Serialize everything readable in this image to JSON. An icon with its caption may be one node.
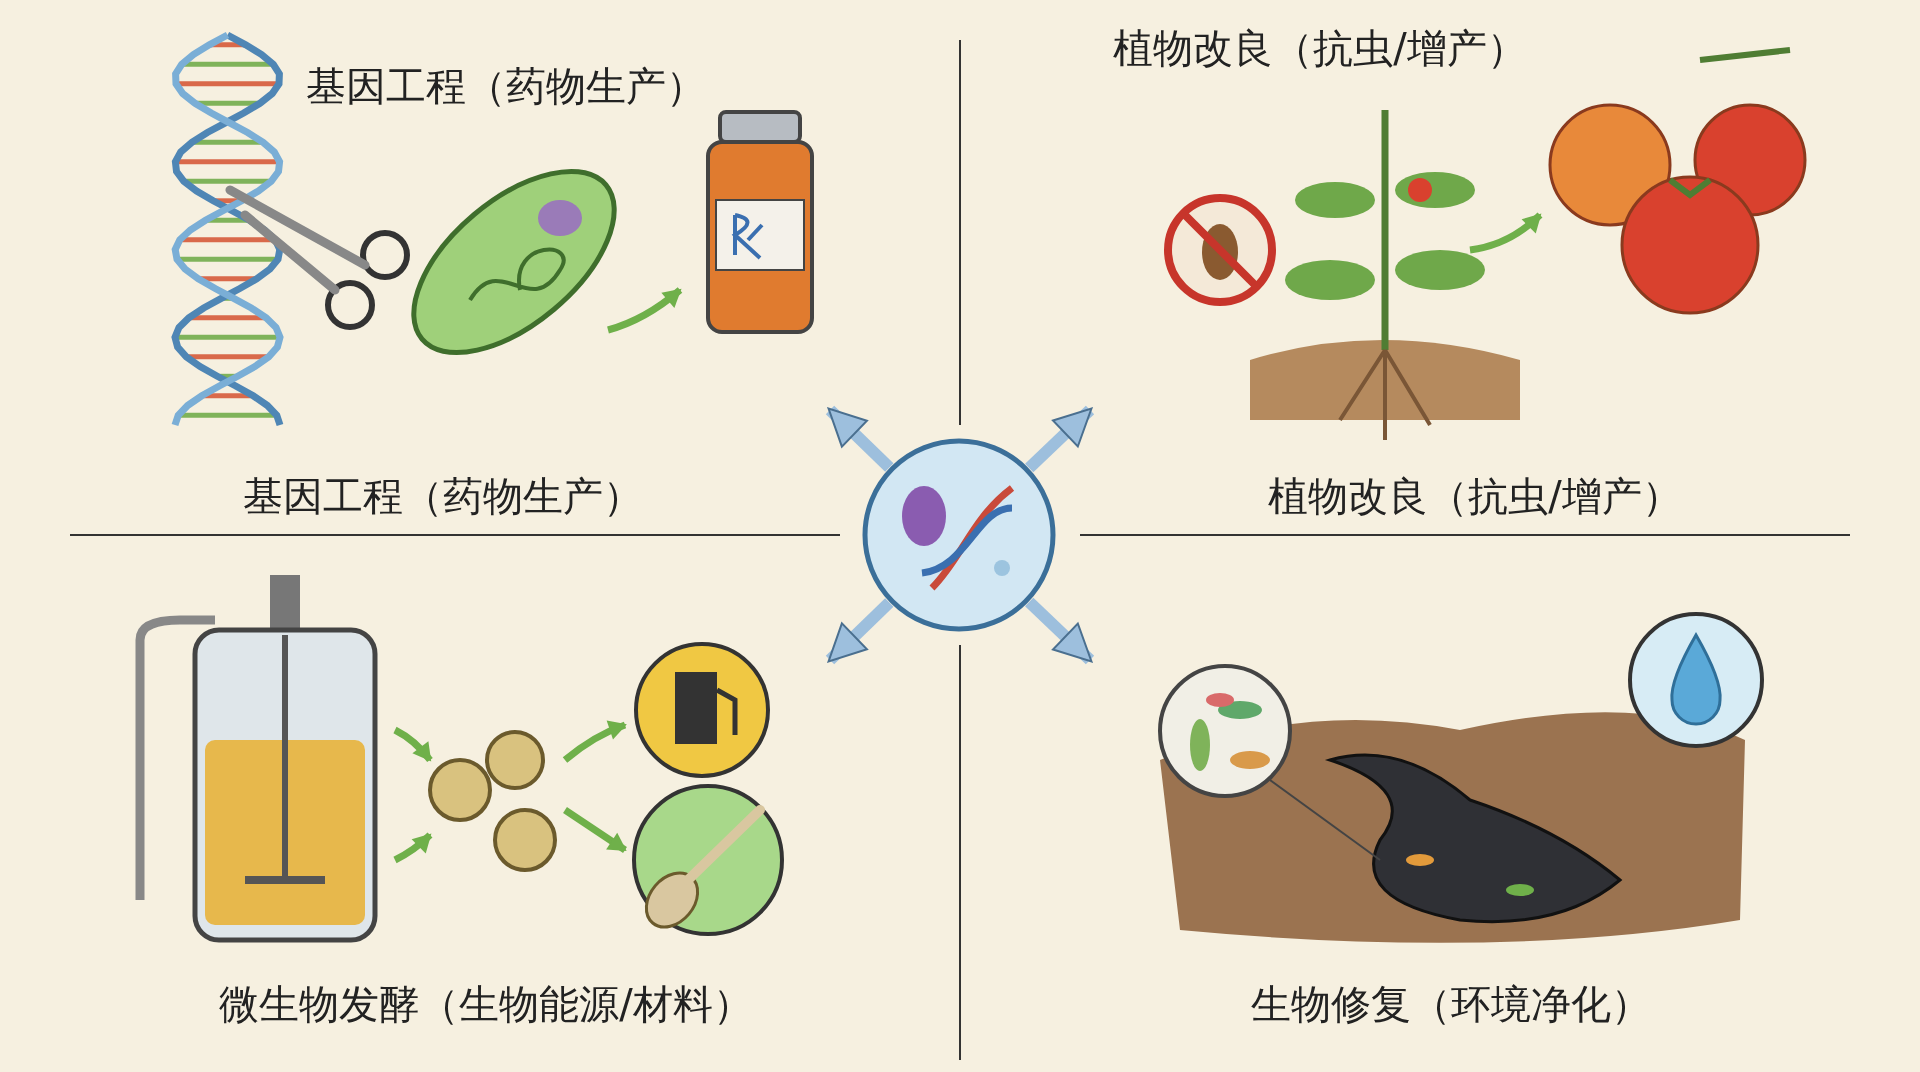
{
  "diagram": {
    "nodes": [
      {
        "text": [
          "基因工程（药物生产）",
          "基因工程（药物生产）"
        ]
      },
      {
        "text": [
          "植物改良（抗虫/增产）",
          "植物改良（抗虫/增产）"
        ]
      },
      {
        "text": [],
        "shape": "picture"
      },
      {
        "text": [
          "微生物发酵（生物能源/材料）"
        ]
      },
      {
        "text": [
          "生物修复（环境净化）"
        ]
      }
    ],
    "edges": [
      {
        "from": 2,
        "to": 0,
        "arrow": "to"
      },
      {
        "from": 2,
        "to": 1,
        "arrow": "to"
      },
      {
        "from": 2,
        "to": 3,
        "arrow": "to"
      },
      {
        "from": 2,
        "to": 4,
        "arrow": "to"
      }
    ]
  }
}
